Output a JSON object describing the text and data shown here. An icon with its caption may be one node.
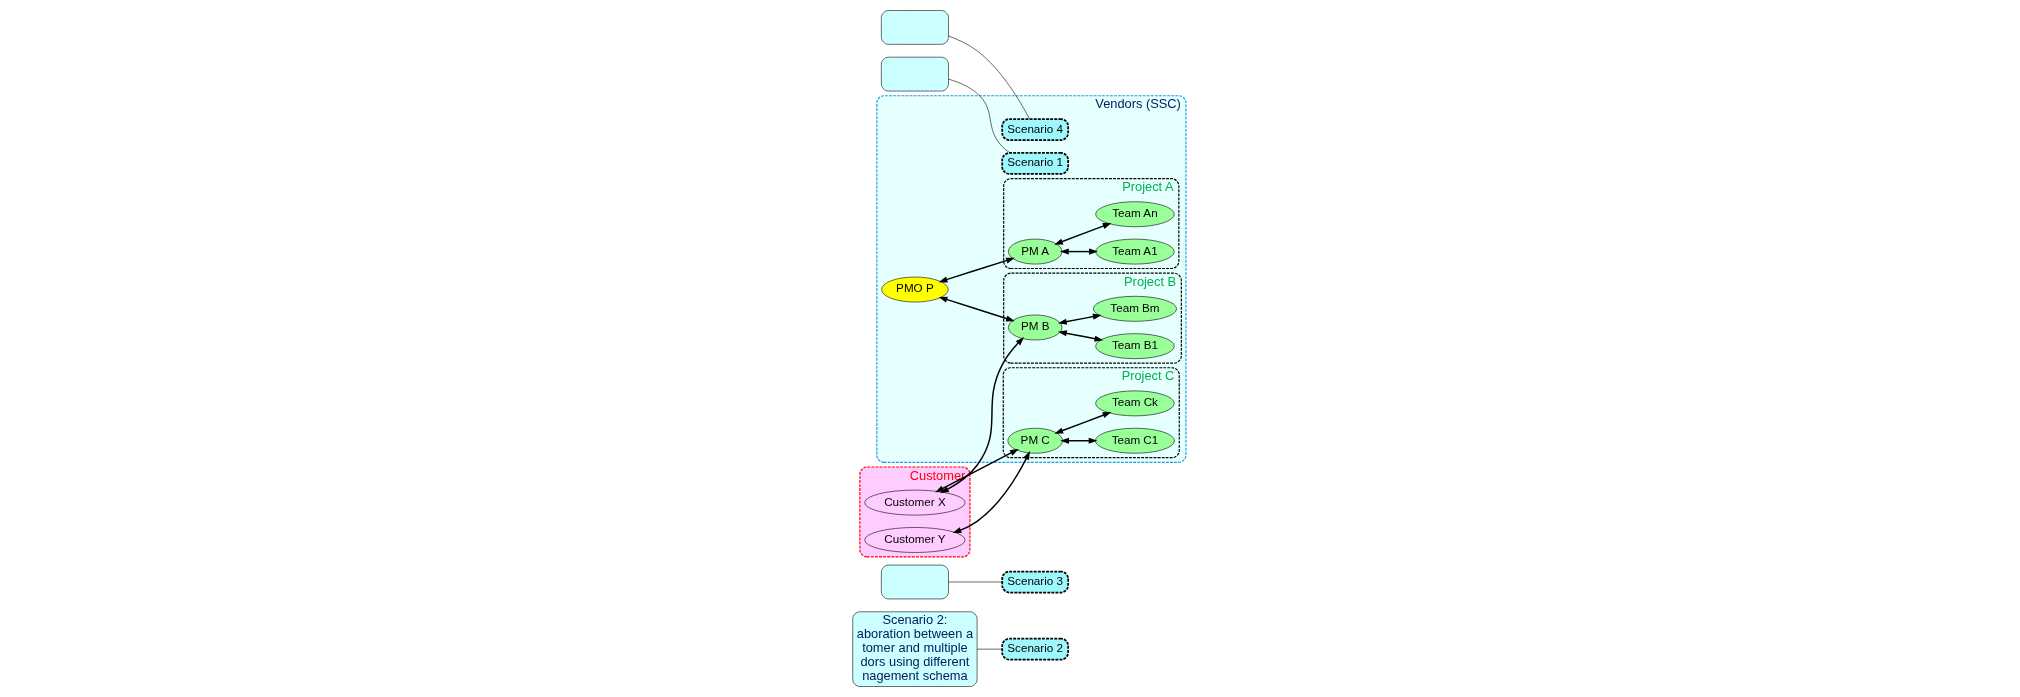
{
  "diagram": {
    "nodes": [
      {
        "text": [
          "Scenario 2:",
          "aboration between a tomer and multiple dors using different nagement schema"
        ]
      },
      {
        "text": [],
        "shape": "bubble"
      },
      {
        "text": [],
        "shape": "bubble"
      },
      {
        "text": [
          "Customer"
        ]
      },
      {
        "text": [
          "Customer X"
        ],
        "in": 3
      },
      {
        "text": [
          "Customer Y"
        ],
        "in": 3
      },
      {
        "text": [
          "Vendors (SSC)"
        ]
      },
      {
        "text": [
          "PMO P"
        ],
        "in": 6
      },
      {
        "text": [
          "Scenario 4"
        ],
        "in": 6
      },
      {
        "text": [
          "Scenario 1"
        ],
        "in": 6
      },
      {
        "text": [
          "Project A"
        ],
        "in": 6
      },
      {
        "text": [
          "PM A"
        ],
        "in": 10
      },
      {
        "text": [
          "Team A1"
        ],
        "in": 10
      },
      {
        "text": [
          "Team An"
        ],
        "in": 10
      },
      {
        "text": [
          "Project B"
        ],
        "in": 6
      },
      {
        "text": [
          "PM B"
        ],
        "in": 14
      },
      {
        "text": [
          "Team B1"
        ],
        "in": 14
      },
      {
        "text": [
          "Team Bm"
        ],
        "in": 14
      },
      {
        "text": [
          "Project C"
        ],
        "in": 6
      },
      {
        "text": [
          "PM C"
        ],
        "in": 18
      },
      {
        "text": [
          "Team C1"
        ],
        "in": 18
      },
      {
        "text": [
          "Team Ck"
        ],
        "in": 18
      },
      {
        "text": [
          "Scenario 2"
        ]
      },
      {
        "text": [
          "Scenario 3"
        ]
      },
      {
        "text": [],
        "shape": "bubble"
      }
    ],
    "edges": [
      {
        "from": 0,
        "to": 22,
        "arrow": "none"
      },
      {
        "from": 1,
        "to": 8,
        "arrow": "none"
      },
      {
        "from": 2,
        "to": 9,
        "arrow": "none"
      },
      {
        "from": 24,
        "to": 23,
        "arrow": "none"
      },
      {
        "from": 7,
        "to": 11,
        "arrow": "both"
      },
      {
        "from": 7,
        "to": 15,
        "arrow": "both"
      },
      {
        "from": 11,
        "to": 12,
        "arrow": "both"
      },
      {
        "from": 11,
        "to": 13,
        "arrow": "both"
      },
      {
        "from": 15,
        "to": 16,
        "arrow": "both"
      },
      {
        "from": 15,
        "to": 17,
        "arrow": "both"
      },
      {
        "from": 19,
        "to": 20,
        "arrow": "both"
      },
      {
        "from": 19,
        "to": 21,
        "arrow": "both"
      },
      {
        "from": 4,
        "to": 15,
        "arrow": "both"
      },
      {
        "from": 4,
        "to": 19,
        "arrow": "both"
      },
      {
        "from": 5,
        "to": 19,
        "arrow": "both"
      }
    ]
  }
}
